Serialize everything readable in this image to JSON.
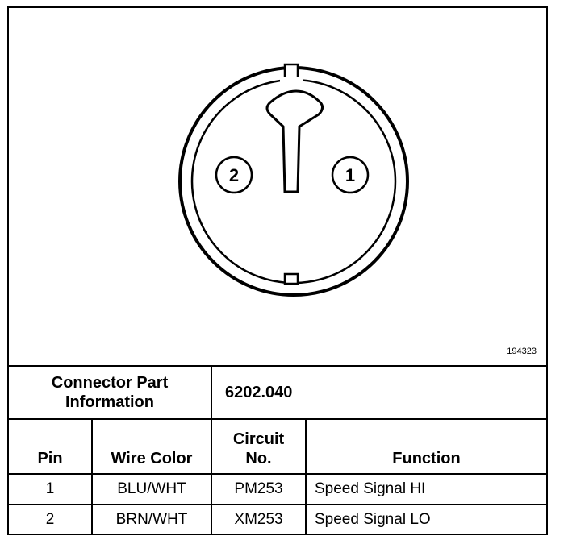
{
  "diagram": {
    "figure_id": "194323",
    "pin_labels": [
      "2",
      "1"
    ]
  },
  "table": {
    "connector_label_line1": "Connector Part",
    "connector_label_line2": "Information",
    "connector_part": "6202.040",
    "headers": {
      "pin": "Pin",
      "wire_color": "Wire Color",
      "circuit_line1": "Circuit",
      "circuit_line2": "No.",
      "function": "Function"
    },
    "rows": [
      {
        "pin": "1",
        "wire_color": "BLU/WHT",
        "circuit": "PM253",
        "function": "Speed Signal HI"
      },
      {
        "pin": "2",
        "wire_color": "BRN/WHT",
        "circuit": "XM253",
        "function": "Speed Signal LO"
      }
    ]
  }
}
